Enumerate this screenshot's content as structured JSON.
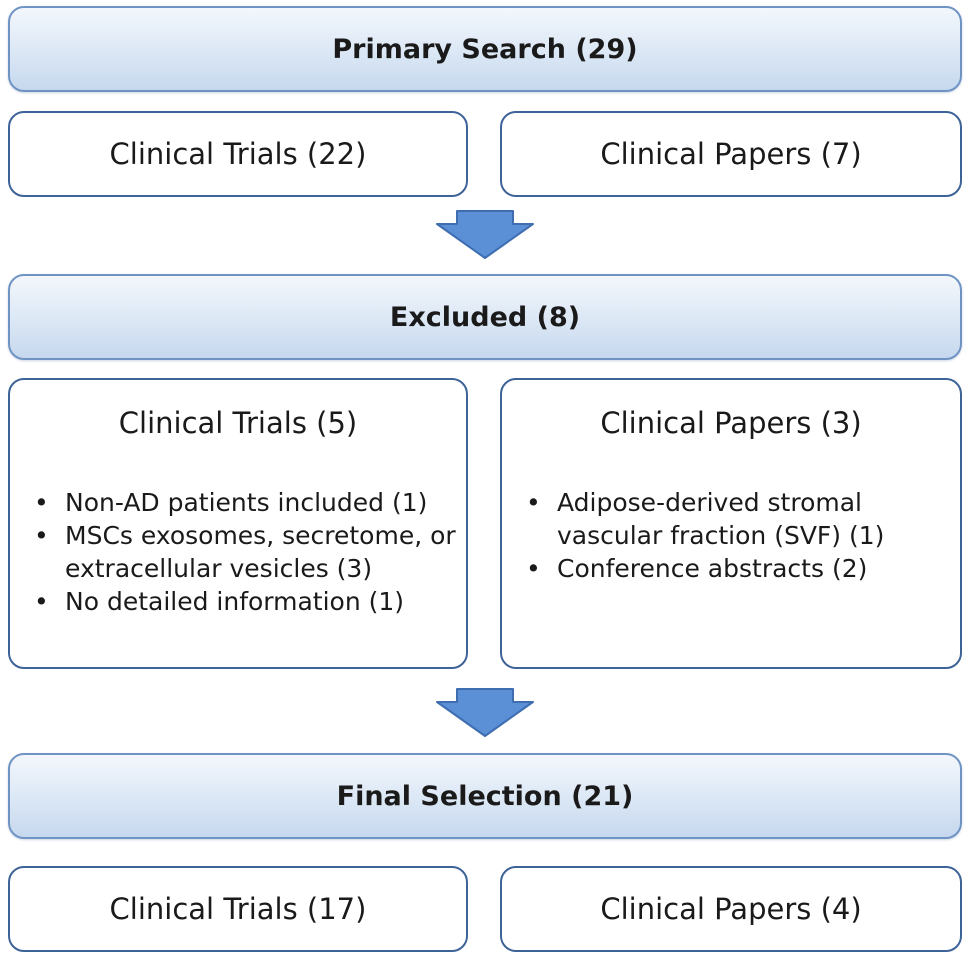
{
  "primary": {
    "header": "Primary Search (29)",
    "trials": "Clinical Trials (22)",
    "papers": "Clinical Papers (7)"
  },
  "excluded": {
    "header": "Excluded (8)",
    "trials": {
      "title": "Clinical Trials (5)",
      "items": [
        "Non-AD patients included (1)",
        "MSCs exosomes, secretome, or extracellular vesicles (3)",
        "No detailed information (1)"
      ]
    },
    "papers": {
      "title": "Clinical Papers (3)",
      "items": [
        "Adipose-derived stromal vascular fraction (SVF) (1)",
        "Conference abstracts (2)"
      ]
    }
  },
  "final": {
    "header": "Final Selection (21)",
    "trials": "Clinical Trials (17)",
    "papers": "Clinical Papers (4)"
  },
  "colors": {
    "arrow_fill": "#5b8fd6",
    "arrow_stroke": "#3e6eb0",
    "border": "#3d6398"
  }
}
